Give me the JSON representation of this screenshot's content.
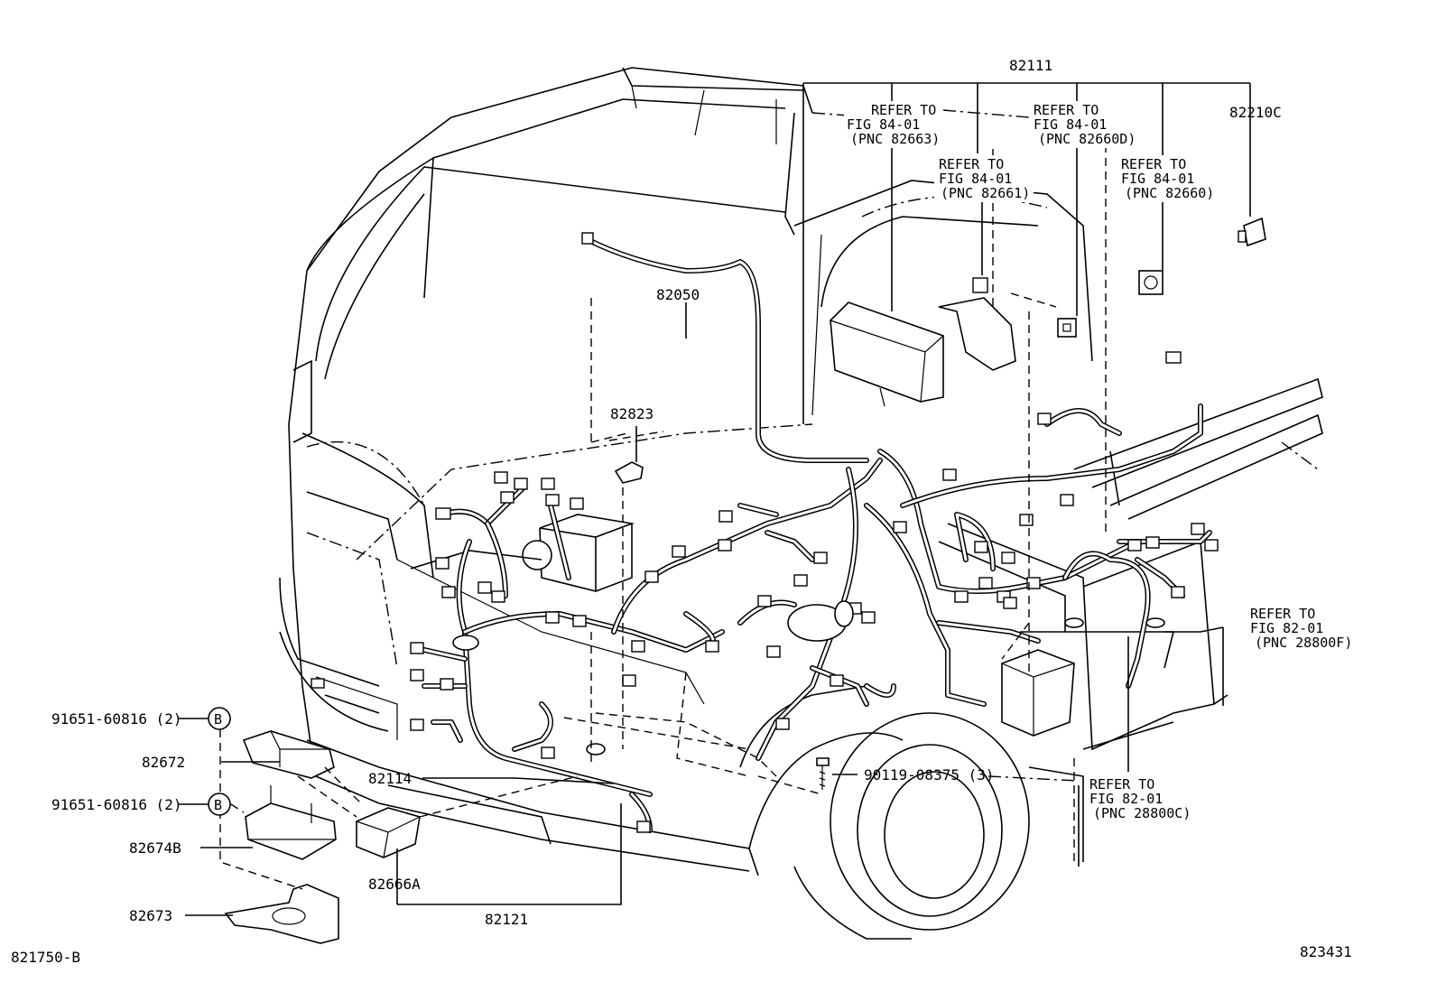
{
  "labels": {
    "p82111": "82111",
    "p82210c": "82210C",
    "p82050": "82050",
    "p82823": "82823",
    "p82114": "82114",
    "p82121": "82121",
    "p82666a": "82666A",
    "p82672": "82672",
    "p82674b": "82674B",
    "p82673": "82673",
    "bolt_a": "91651-60816 (2)",
    "bolt_b": "91651-60816 (2)",
    "screw": "90119-08375 (3)",
    "footer_left": "821750-B",
    "footer_right": "823431",
    "badge_b": "B"
  },
  "refs": {
    "r1": {
      "l1": "REFER TO",
      "l2": "FIG 84-01",
      "l3": "(PNC 82663)"
    },
    "r2": {
      "l1": "REFER TO",
      "l2": "FIG 84-01",
      "l3": "(PNC 82660D)"
    },
    "r3": {
      "l1": "REFER TO",
      "l2": "FIG 84-01",
      "l3": "(PNC 82661)"
    },
    "r4": {
      "l1": "REFER TO",
      "l2": "FIG 84-01",
      "l3": "(PNC 82660)"
    },
    "r5": {
      "l1": "REFER TO",
      "l2": "FIG 82-01",
      "l3": "(PNC 28800F)"
    },
    "r6": {
      "l1": "REFER TO",
      "l2": "FIG 82-01",
      "l3": "(PNC 28800C)"
    }
  }
}
